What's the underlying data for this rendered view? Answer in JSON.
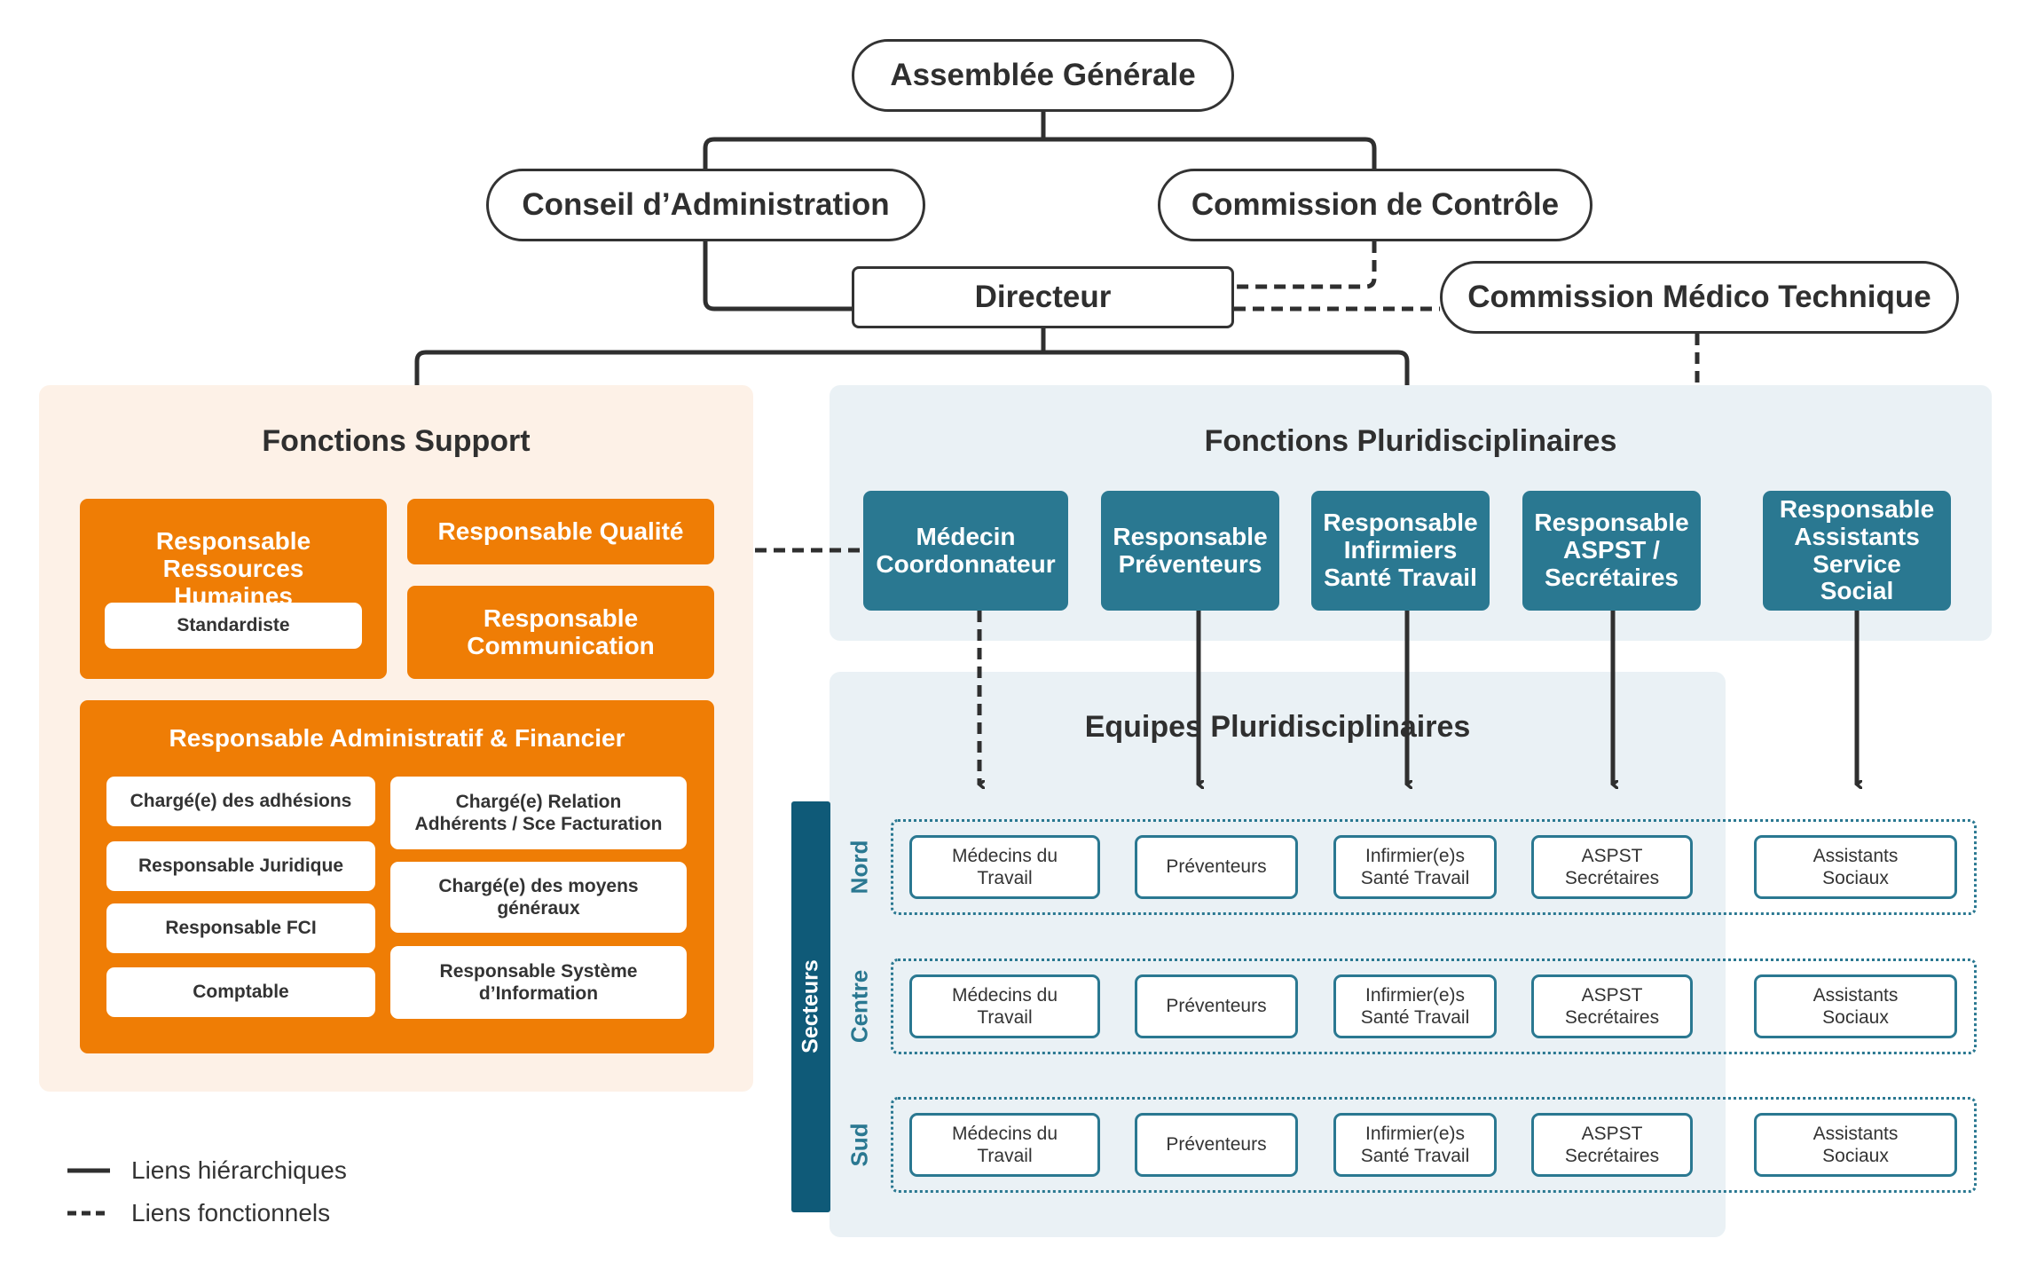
{
  "governance": {
    "assemblee": "Assemblée Générale",
    "conseil": "Conseil d’Administration",
    "commission_controle": "Commission de Contrôle",
    "directeur": "Directeur",
    "commission_medico": "Commission Médico Technique"
  },
  "support": {
    "title": "Fonctions Support",
    "rh": "Responsable Ressources Humaines",
    "standardiste": "Standardiste",
    "qualite": "Responsable Qualité",
    "communication": "Responsable Communication",
    "admin_fin": "Responsable Administratif & Financier",
    "admin_items": [
      "Chargé(e) des adhésions",
      "Chargé(e) Relation Adhérents / Sce Facturation",
      "Responsable Juridique",
      "Chargé(e) des moyens généraux",
      "Responsable FCI",
      "Responsable Système d’Information",
      "Comptable"
    ]
  },
  "pluri": {
    "title": "Fonctions Pluridisciplinaires",
    "functions": [
      "Médecin Coordonnateur",
      "Responsable Préventeurs",
      "Responsable Infirmiers Santé Travail",
      "Responsable ASPST / Secrétaires",
      "Responsable Assistants Service Social"
    ]
  },
  "equipes": {
    "title": "Equipes Pluridisciplinaires",
    "sectors_label": "Secteurs",
    "sectors": [
      "Nord",
      "Centre",
      "Sud"
    ],
    "roles": [
      "Médecins du Travail",
      "Préventeurs",
      "Infirmier(e)s Santé Travail",
      "ASPST Secrétaires",
      "Assistants Sociaux"
    ]
  },
  "legend": {
    "hierarchique": "Liens hiérarchiques",
    "fonctionnel": "Liens fonctionnels"
  },
  "colors": {
    "orange": "#ef7d05",
    "teal": "#2a7891",
    "navy": "#0f5a78",
    "support_bg": "#fdf1e7",
    "pluri_bg": "#eaf1f5"
  }
}
